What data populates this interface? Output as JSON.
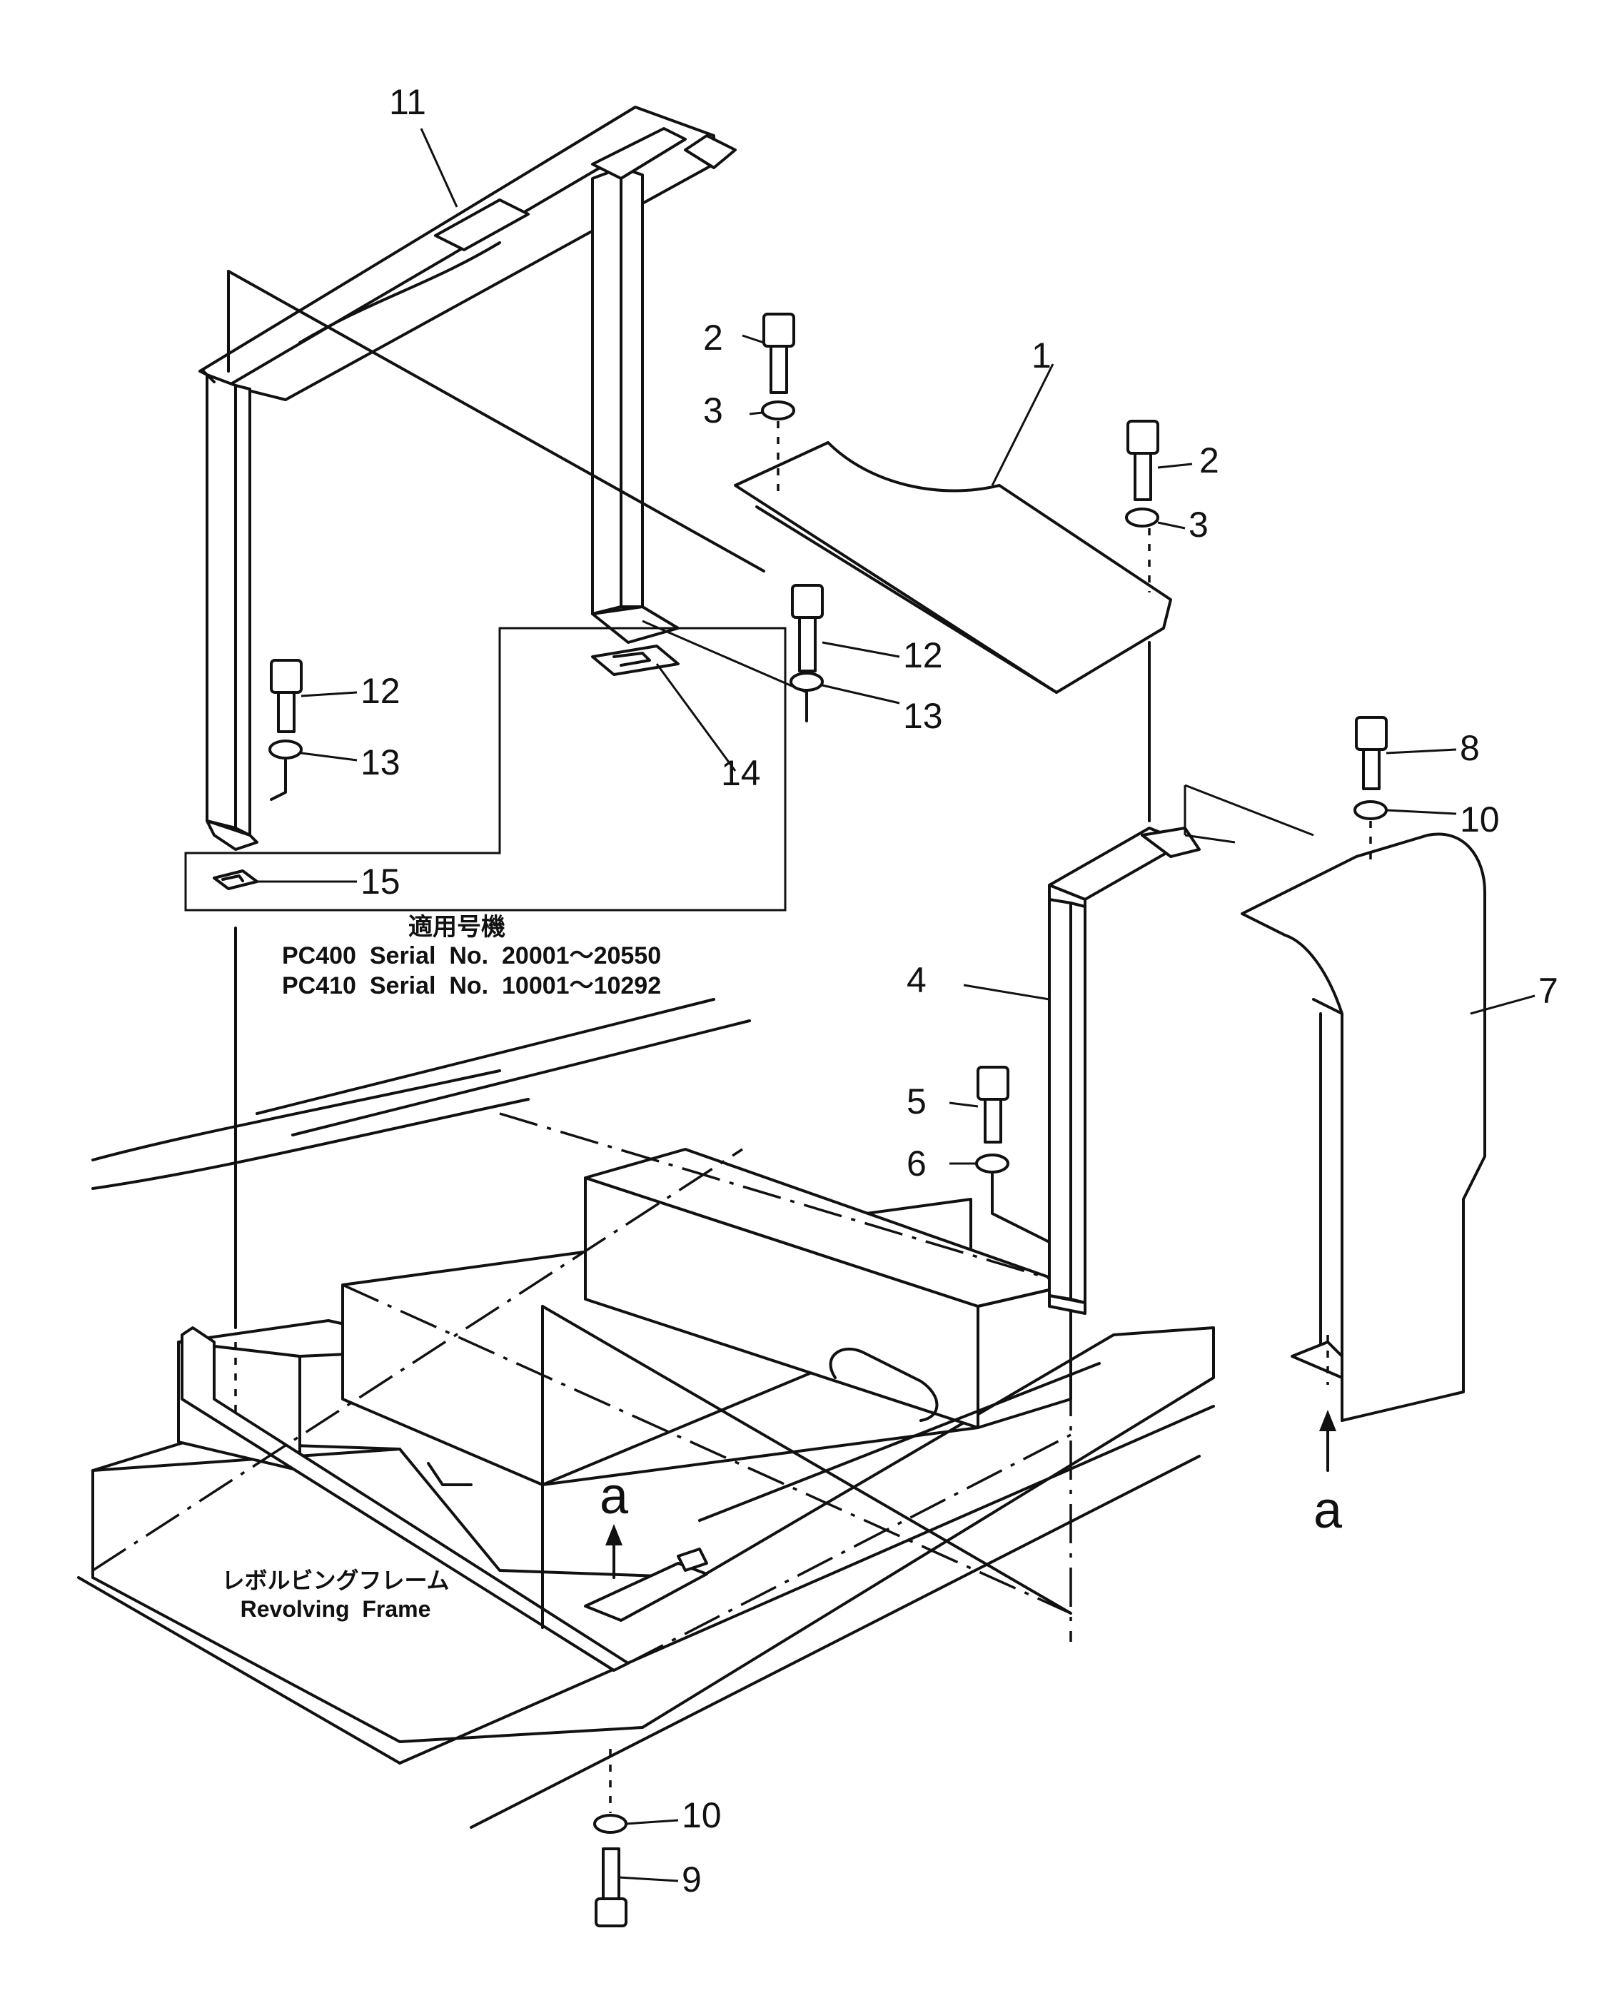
{
  "callouts": {
    "c1": "1",
    "c2a": "2",
    "c2b": "2",
    "c3a": "3",
    "c3b": "3",
    "c4": "4",
    "c5": "5",
    "c6": "6",
    "c7": "7",
    "c8": "8",
    "c9": "9",
    "c10a": "10",
    "c10b": "10",
    "c11": "11",
    "c12a": "12",
    "c12b": "12",
    "c13a": "13",
    "c13b": "13",
    "c14": "14",
    "c15": "15"
  },
  "view_arrows": {
    "upper": "a",
    "lower": "a"
  },
  "applicability": {
    "heading": "適用号機",
    "line1": "PC400  Serial  No.  20001～20550",
    "line2": "PC410  Serial  No.  10001～10292"
  },
  "frame_label": {
    "japanese": "レボルビングフレーム",
    "english": "Revolving  Frame"
  }
}
